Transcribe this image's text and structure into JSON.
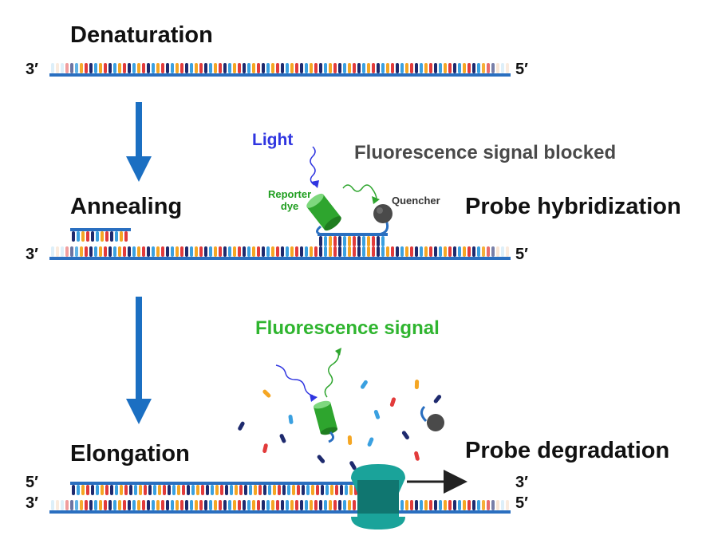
{
  "steps": {
    "denaturation": "Denaturation",
    "annealing": "Annealing",
    "elongation": "Elongation"
  },
  "outcomes": {
    "probe_hybridization": "Probe hybridization",
    "probe_degradation": "Probe degradation"
  },
  "signals": {
    "light": "Light",
    "blocked": "Fluorescence signal blocked",
    "signal": "Fluorescence signal"
  },
  "probe": {
    "reporter_line1": "Reporter",
    "reporter_line2": "dye",
    "quencher": "Quencher"
  },
  "ends": {
    "three_prime": "3′",
    "five_prime": "5′"
  },
  "colors": {
    "strand": "#2a6fc0",
    "arrow": "#1b6fc2",
    "reporter": "#2ea52e",
    "quencher": "#4a4a4a",
    "polymerase": "#1aa39a",
    "light": "#2f35e0",
    "bases": [
      "#e23b3b",
      "#f5a623",
      "#3aa0e0",
      "#1e2a6e",
      "#9ed2ef",
      "#f2c6a0"
    ]
  }
}
